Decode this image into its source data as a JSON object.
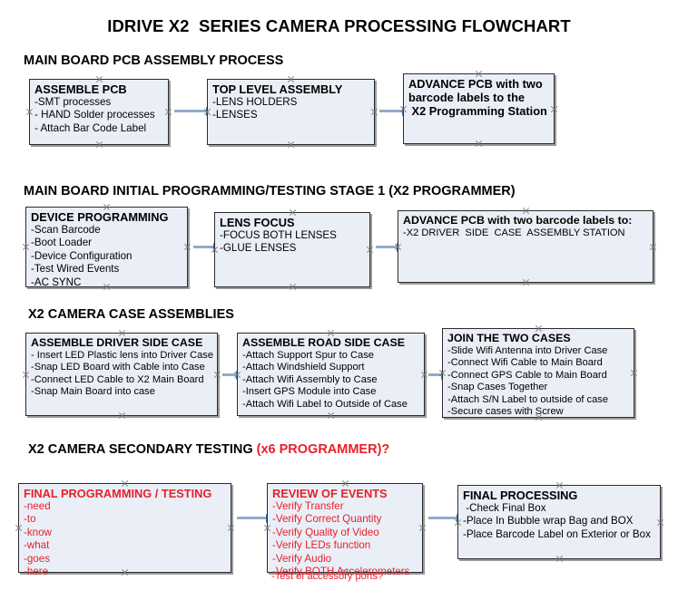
{
  "document": {
    "title": "IDRIVE X2  SERIES CAMERA PROCESSING FLOWCHART",
    "colors": {
      "node_fill": "#eaeff7",
      "node_border": "#2b2b2b",
      "connector": "#8fadc9",
      "arrowhead": "#3a6ea8",
      "red_text": "#e8202a",
      "black_text": "#000000",
      "background": "#ffffff"
    }
  },
  "sections": [
    {
      "id": "pcb-assembly",
      "heading": "MAIN BOARD PCB ASSEMBLY PROCESS",
      "heading_red_suffix": "",
      "nodes": [
        {
          "id": "assemble-pcb",
          "header": "ASSEMBLE PCB",
          "lines": [
            "-SMT processes",
            "- HAND Solder processes",
            "- Attach Bar Code Label"
          ]
        },
        {
          "id": "top-level-assembly",
          "header": "TOP LEVEL ASSEMBLY",
          "lines": [
            "-LENS HOLDERS",
            "-LENSES"
          ]
        },
        {
          "id": "advance-pcb-programming-station",
          "header": "ADVANCE PCB with two",
          "lines": [
            "barcode labels to the",
            " X2 Programming Station"
          ]
        }
      ]
    },
    {
      "id": "initial-programming",
      "heading": "MAIN BOARD INITIAL PROGRAMMING/TESTING STAGE 1 (X2 PROGRAMMER)",
      "heading_red_suffix": "",
      "nodes": [
        {
          "id": "device-programming",
          "header": "DEVICE PROGRAMMING",
          "lines": [
            "-Scan Barcode",
            "-Boot Loader",
            "-Device Configuration",
            "-Test Wired Events",
            "-AC SYNC"
          ]
        },
        {
          "id": "lens-focus",
          "header": "LENS FOCUS",
          "lines": [
            "-FOCUS BOTH LENSES",
            "-GLUE LENSES"
          ]
        },
        {
          "id": "advance-pcb-driver-side",
          "header": "ADVANCE PCB with two barcode labels to:",
          "lines": [
            "-X2 DRIVER  SIDE  CASE  ASSEMBLY STATION"
          ]
        }
      ]
    },
    {
      "id": "case-assemblies",
      "heading": "X2 CAMERA CASE ASSEMBLIES",
      "heading_red_suffix": "",
      "nodes": [
        {
          "id": "assemble-driver-side-case",
          "header": "ASSEMBLE DRIVER SIDE CASE",
          "lines": [
            "- Insert LED Plastic lens into Driver Case",
            "-Snap LED Board with Cable into Case",
            "-Connect LED Cable to X2 Main Board",
            "-Snap Main Board into case"
          ]
        },
        {
          "id": "assemble-road-side-case",
          "header": "ASSEMBLE ROAD SIDE CASE",
          "lines": [
            "-Attach Support Spur to Case",
            "-Attach Windshield Support",
            "-Attach Wifi Assembly to Case",
            "-Insert GPS Module into Case",
            "-Attach Wifi Label to Outside of Case"
          ]
        },
        {
          "id": "join-the-two-cases",
          "header": "JOIN THE TWO CASES",
          "lines": [
            "-Slide Wifi Antenna into Driver Case",
            "-Connect Wifi Cable to Main Board",
            "-Connect GPS Cable to Main Board",
            "-Snap Cases Together",
            "-Attach S/N Label to outside of case",
            "-Secure cases with Screw"
          ]
        }
      ]
    },
    {
      "id": "secondary-testing",
      "heading": "X2 CAMERA SECONDARY TESTING ",
      "heading_red_suffix": "(x6 PROGRAMMER)?",
      "nodes": [
        {
          "id": "final-programming-testing",
          "header": "FINAL PROGRAMMING / TESTING",
          "lines": [
            "-need",
            "-to",
            "-know",
            "-what",
            "-goes",
            "-here"
          ]
        },
        {
          "id": "review-of-events",
          "header": "REVIEW OF EVENTS",
          "lines": [
            "-Verify Transfer",
            "-Verify Correct Quantity",
            "-Verify Quality of Video",
            "-Verify LEDs function",
            "-Verify Audio",
            "-Verify BOTH Accelerometers"
          ],
          "overflow_line": "-Test of accessory ports?"
        },
        {
          "id": "final-processing",
          "header": "FINAL PROCESSING",
          "lines": [
            " -Check Final Box",
            "-Place In Bubble wrap Bag and BOX",
            "-Place Barcode Label on Exterior or Box"
          ]
        }
      ]
    }
  ]
}
